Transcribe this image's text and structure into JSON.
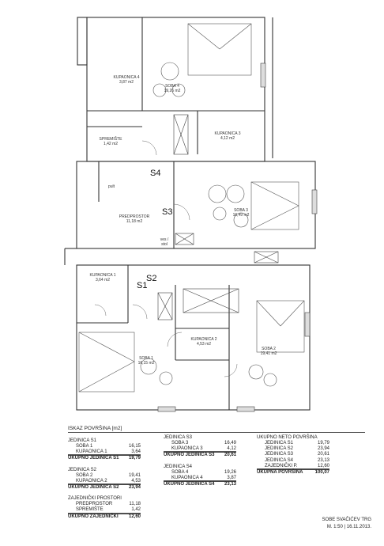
{
  "plan": {
    "rooms": [
      {
        "id": "kup4",
        "name": "KUPAONICA 4",
        "area": "3,87 m2"
      },
      {
        "id": "soba4",
        "name": "SOBA 4",
        "area": "19,26 m2"
      },
      {
        "id": "spremiste",
        "name": "SPREMIŠTE",
        "area": "1,42 m2"
      },
      {
        "id": "kup3",
        "name": "KUPAONICA 3",
        "area": "4,12 m2"
      },
      {
        "id": "predprostor",
        "name": "PREDPROSTOR",
        "area": "11,18 m2"
      },
      {
        "id": "soba3",
        "name": "SOBA 3",
        "area": "16,49 m2"
      },
      {
        "id": "kup1",
        "name": "KUPAONICA 1",
        "area": "3,64 m2"
      },
      {
        "id": "kup2",
        "name": "KUPAONICA 2",
        "area": "4,53 m2"
      },
      {
        "id": "soba1",
        "name": "SOBA 1",
        "area": "16,15 m2"
      },
      {
        "id": "soba2",
        "name": "SOBA 2",
        "area": "19,41 m2"
      }
    ],
    "labels": {
      "s1": "S1",
      "s2": "S2",
      "s3": "S3",
      "s4": "S4",
      "pult": "pult",
      "vesh": "ves / stol"
    }
  },
  "schedule": {
    "title": "ISKAZ POVRŠINA [m2]",
    "units": [
      {
        "title": "JEDINICA S1",
        "rows": [
          {
            "k": "SOBA 1",
            "v": "16,15"
          },
          {
            "k": "KUPAONICA 1",
            "v": "3,64"
          }
        ],
        "total_label": "UKUPNO JEDINICA S1",
        "total": "19,79"
      },
      {
        "title": "JEDINICA S2",
        "rows": [
          {
            "k": "SOBA 2",
            "v": "19,41"
          },
          {
            "k": "KUPAONICA 2",
            "v": "4,53"
          }
        ],
        "total_label": "UKUPNO JEDINICA S2",
        "total": "23,94"
      },
      {
        "title": "ZAJEDNIČKI PROSTORI",
        "rows": [
          {
            "k": "PREDPROSTOR",
            "v": "11,18"
          },
          {
            "k": "SPREMIŠTE",
            "v": "1,42"
          }
        ],
        "total_label": "UKUPNO ZAJEDNIČKI",
        "total": "12,60"
      },
      {
        "title": "JEDINICA S3",
        "rows": [
          {
            "k": "SOBA 3",
            "v": "16,49"
          },
          {
            "k": "KUPAONICA 3",
            "v": "4,12"
          }
        ],
        "total_label": "UKUPNO JEDINICA S3",
        "total": "20,61"
      },
      {
        "title": "JEDINICA S4",
        "rows": [
          {
            "k": "SOBA 4",
            "v": "19,26"
          },
          {
            "k": "KUPAONICA 4",
            "v": "3,87"
          }
        ],
        "total_label": "UKUPNO JEDINICA S4",
        "total": "23,13"
      }
    ],
    "net": {
      "title": "UKUPNO NETO POVRŠINA",
      "rows": [
        {
          "k": "JEDINICA S1",
          "v": "19,79"
        },
        {
          "k": "JEDINICA S2",
          "v": "23,94"
        },
        {
          "k": "JEDINICA S3",
          "v": "20,61"
        },
        {
          "k": "JEDINICA S4",
          "v": "23,13"
        },
        {
          "k": "ZAJEDNIČKI P.",
          "v": "12,60"
        }
      ],
      "total_label": "UKUPNA POVRŠINA",
      "total": "100,07"
    },
    "stamp": {
      "line1": "SOBE SVAČIĆEV TRG",
      "line2": "M. 1:50 | 16.11.2013."
    }
  }
}
